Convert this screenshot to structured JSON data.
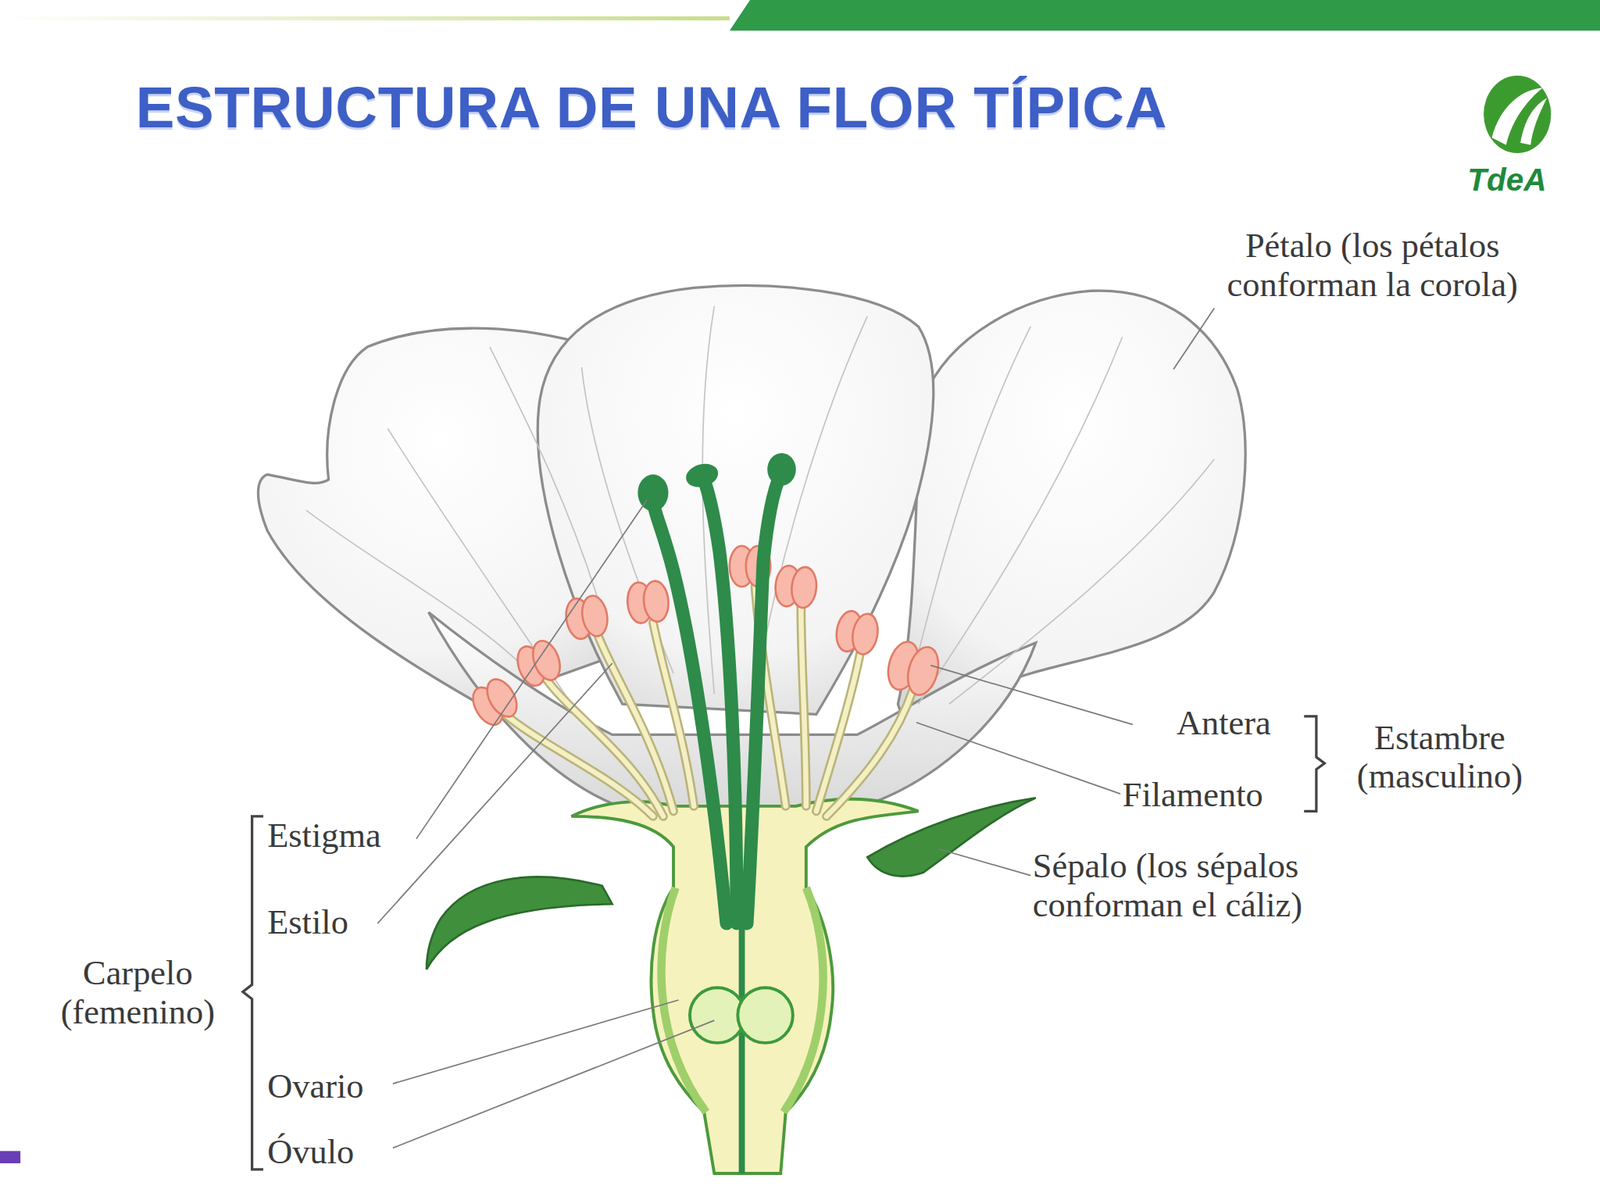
{
  "diagram": {
    "title": "ESTRUCTURA DE UNA FLOR TÍPICA",
    "labels": [
      "Pétalo (los pétalos conforman la corola)",
      "Antera",
      "Filamento",
      "Estambre (masculino)",
      "Sépalo (los sépalos conforman el cáliz)",
      "Estigma",
      "Estilo",
      "Carpelo (femenino)",
      "Ovario",
      "Óvulo",
      "TdeA"
    ]
  }
}
